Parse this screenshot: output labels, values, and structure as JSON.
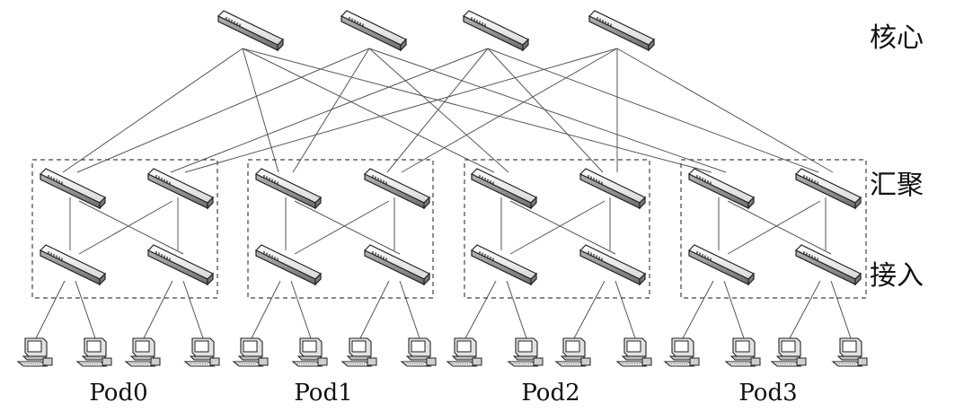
{
  "layers": {
    "core": "核心",
    "aggregation": "汇聚",
    "access": "接入"
  },
  "pods": [
    {
      "label": "Pod0"
    },
    {
      "label": "Pod1"
    },
    {
      "label": "Pod2"
    },
    {
      "label": "Pod3"
    }
  ],
  "colors": {
    "line": "#555555",
    "switch_top": "#f2f2f2",
    "switch_side": "#9a9a9a",
    "pc": "#d8d8d8"
  }
}
